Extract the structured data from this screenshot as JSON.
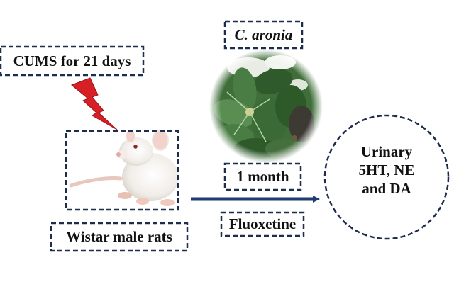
{
  "diagram": {
    "title": "",
    "colors": {
      "dash_border": "#1f2d4d",
      "arrow": "#1f3c6e",
      "lightning": "#d71f26",
      "lightning_stroke": "#9c1219",
      "text": "#111111",
      "leaf_dark": "#2e5a2a",
      "leaf_mid": "#4a7d43",
      "leaf_light": "#7fae74"
    },
    "nodes": {
      "stress": {
        "label": "CUMS for 21 days",
        "icon": "lightning-bolt-icon"
      },
      "animal": {
        "label": "Wistar male rats",
        "image": "white-rat-image"
      },
      "extract": {
        "label": "C. aronia",
        "image": "aronia-plant-image"
      },
      "duration": {
        "label": "1 month"
      },
      "control_drug": {
        "label": "Fluoxetine"
      },
      "outcome": {
        "line1": "Urinary",
        "line2": "5HT, NE",
        "line3": "and DA"
      }
    },
    "edges": [
      {
        "from": "animal",
        "to": "outcome",
        "type": "arrow"
      },
      {
        "from": "stress",
        "to": "animal",
        "type": "lightning"
      }
    ]
  }
}
